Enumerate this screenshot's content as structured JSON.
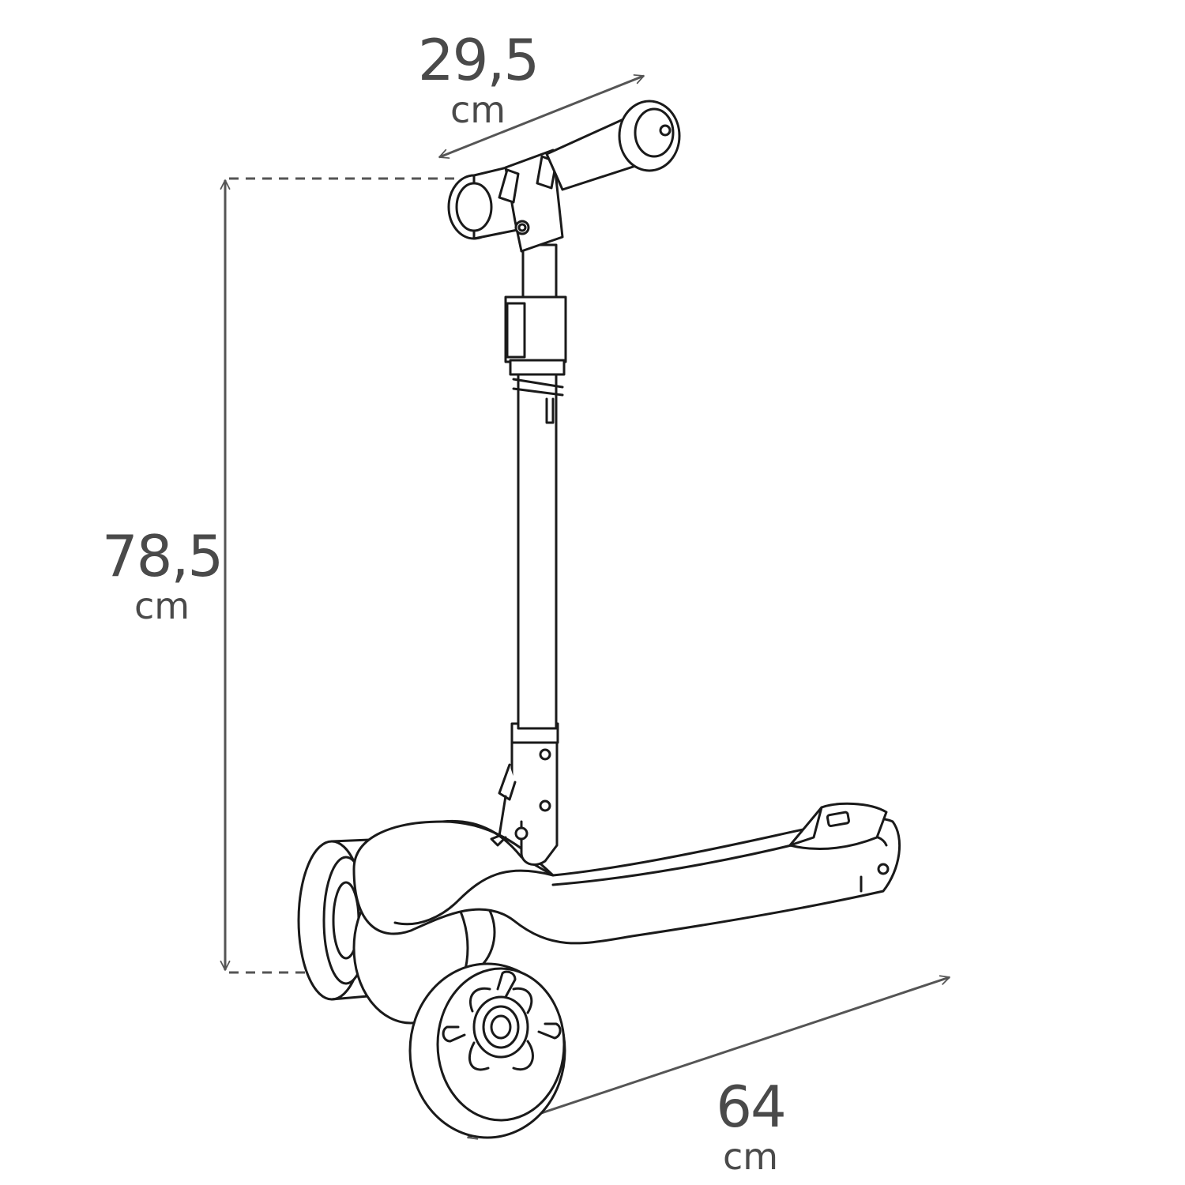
{
  "dimensions": {
    "handlebar_width": {
      "value": "29,5",
      "unit": "cm"
    },
    "height": {
      "value": "78,5",
      "unit": "cm"
    },
    "length": {
      "value": "64",
      "unit": "cm"
    }
  },
  "colors": {
    "line": "#1a1a1a",
    "dimension": "#555555",
    "text": "#4a4a4a",
    "background": "#ffffff"
  }
}
